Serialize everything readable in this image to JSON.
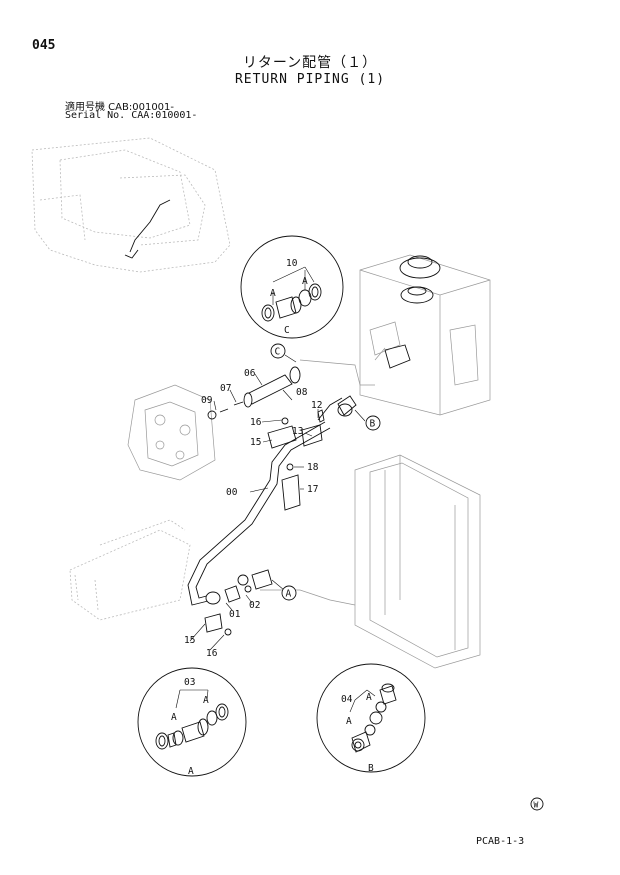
{
  "header": {
    "page_number": "045",
    "title_jp": "リターン配管（１）",
    "title_en": "RETURN PIPING (1)",
    "serial_line_1": "適用号機 CAB:001001-",
    "serial_line_2": "Serial No. CAA:010001-"
  },
  "labels": {
    "p00": "00",
    "p01": "01",
    "p02": "02",
    "p03": "03",
    "p04": "04",
    "p06": "06",
    "p07": "07",
    "p08": "08",
    "p09": "09",
    "p10": "10",
    "p12": "12",
    "p13": "13",
    "p15a": "15",
    "p15b": "15",
    "p16a": "16",
    "p16b": "16",
    "p17": "17",
    "p18": "18"
  },
  "callouts": {
    "a": "A",
    "b": "B",
    "c": "C"
  },
  "detail_views": {
    "view_a_name": "A",
    "view_b_name": "B",
    "view_c_name": "C",
    "c_label_a1": "A",
    "c_label_a2": "A",
    "a_label_a1": "A",
    "a_label_a2": "A",
    "b_label_a1": "A",
    "b_label_a2": "A"
  },
  "footer": {
    "page_code": "PCAB-1-3",
    "mark": "W"
  }
}
